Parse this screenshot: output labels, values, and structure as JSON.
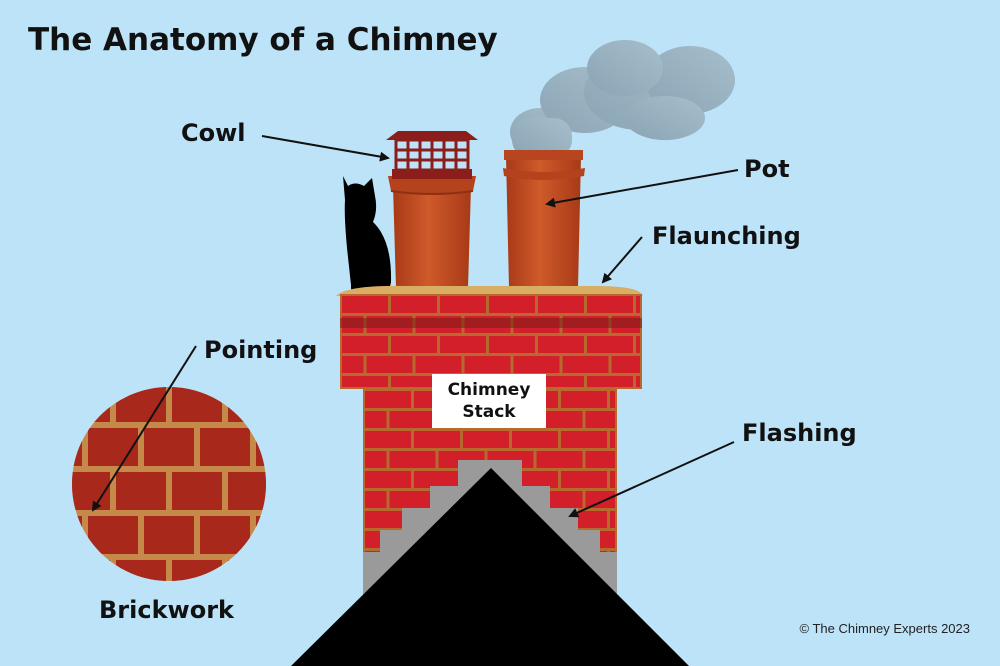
{
  "title": "The Anatomy of a Chimney",
  "labels": {
    "cowl": "Cowl",
    "pot": "Pot",
    "flaunching": "Flaunching",
    "pointing": "Pointing",
    "flashing": "Flashing",
    "brickwork": "Brickwork",
    "chimney_stack_line1": "Chimney",
    "chimney_stack_line2": "Stack"
  },
  "credit": "© The Chimney Experts 2023",
  "colors": {
    "sky": "#bde3f8",
    "brick": "#d21f2a",
    "brick_dark": "#a8281c",
    "mortar": "#c58a4a",
    "pot": "#c24d24",
    "flaunching": "#d9ad64",
    "flashing": "#9a9a9a",
    "roof": "#000000",
    "smoke": "#95aebc"
  }
}
